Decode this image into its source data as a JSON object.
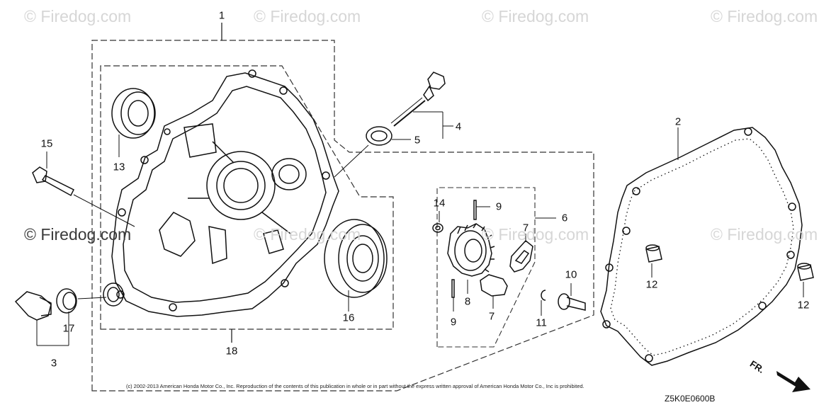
{
  "watermarks": {
    "text": "© Firedog.com",
    "dark_text": "© Firedog.com"
  },
  "callouts": {
    "c1": "1",
    "c2": "2",
    "c3": "3",
    "c4": "4",
    "c5": "5",
    "c6": "6",
    "c7a": "7",
    "c7b": "7",
    "c8": "8",
    "c9a": "9",
    "c9b": "9",
    "c10": "10",
    "c11": "11",
    "c12a": "12",
    "c12b": "12",
    "c13": "13",
    "c14": "14",
    "c15": "15",
    "c16": "16",
    "c17": "17",
    "c18": "18"
  },
  "footer": {
    "copyright": "(c) 2002-2013 American Honda Motor Co., Inc. Reproduction of the contents of this publication in whole or in part without the express written approval of American Honda Motor Co., Inc is prohibited.",
    "figure_code": "Z5K0E0600B",
    "front_label": "FR."
  }
}
